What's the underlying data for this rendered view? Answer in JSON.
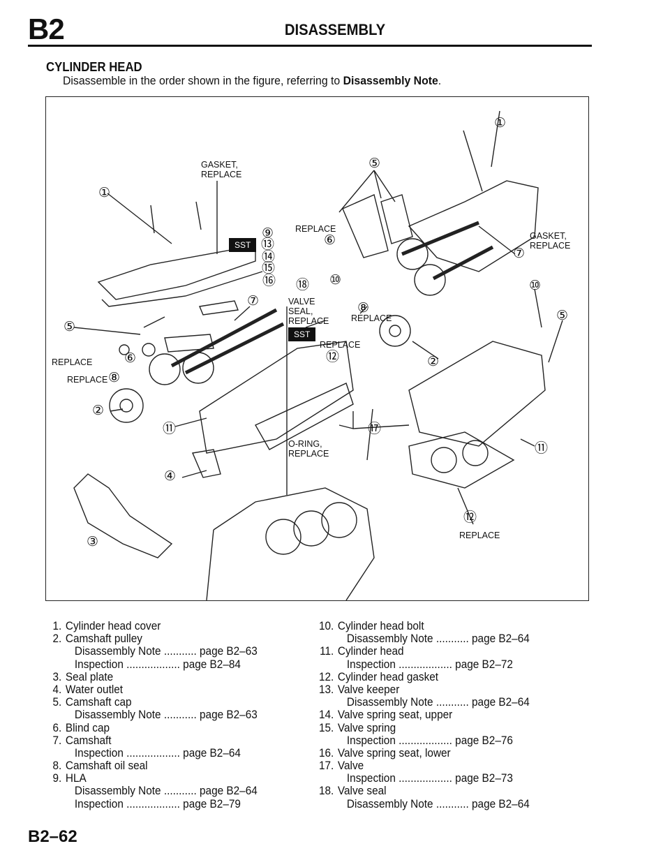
{
  "header": {
    "section": "B2",
    "title": "DISASSEMBLY"
  },
  "heading": "CYLINDER HEAD",
  "intro": {
    "text": "Disassemble in the order shown in the figure, referring to ",
    "bold": "Disassembly Note",
    "end": "."
  },
  "figure": {
    "callouts": [
      "①",
      "①",
      "⑤",
      "⑨",
      "⑬",
      "⑭",
      "⑮",
      "⑯",
      "⑱",
      "⑩",
      "⑥",
      "⑦",
      "⑩",
      "⑤",
      "⑦",
      "⑧",
      "⑤",
      "⑥",
      "⑧",
      "⑫",
      "②",
      "②",
      "⑪",
      "⑰",
      "④",
      "⑪",
      "⑫",
      "③"
    ],
    "labels": {
      "gasket_replace_1": "GASKET,",
      "gasket_replace_1b": "REPLACE",
      "replace_6": "REPLACE",
      "gasket_replace_2": "GASKET,",
      "gasket_replace_2b": "REPLACE",
      "valve_seal": "VALVE",
      "valve_seal_b": "SEAL,",
      "valve_seal_c": "REPLACE",
      "replace_8": "REPLACE",
      "replace_6_left": "REPLACE",
      "replace_8_left": "REPLACE",
      "replace_12_top": "REPLACE",
      "oring": "O-RING,",
      "oring_b": "REPLACE",
      "replace_12_bottom": "REPLACE",
      "sst": "SST"
    }
  },
  "parts_left": [
    {
      "n": "1.",
      "name": "Cylinder head cover"
    },
    {
      "n": "2.",
      "name": "Camshaft pulley"
    },
    {
      "sub": "Disassembly Note ...........",
      "page": "page B2–63"
    },
    {
      "sub": "Inspection ..................",
      "page": "page B2–84"
    },
    {
      "n": "3.",
      "name": "Seal plate"
    },
    {
      "n": "4.",
      "name": "Water outlet"
    },
    {
      "n": "5.",
      "name": "Camshaft cap"
    },
    {
      "sub": "Disassembly Note ...........",
      "page": "page B2–63"
    },
    {
      "n": "6.",
      "name": "Blind cap"
    },
    {
      "n": "7.",
      "name": "Camshaft"
    },
    {
      "sub": "Inspection ..................",
      "page": "page B2–64"
    },
    {
      "n": "8.",
      "name": "Camshaft oil seal"
    },
    {
      "n": "9.",
      "name": "HLA"
    },
    {
      "sub": "Disassembly Note ...........",
      "page": "page B2–64"
    },
    {
      "sub": "Inspection ..................",
      "page": "page B2–79"
    }
  ],
  "parts_right": [
    {
      "n": "10.",
      "name": "Cylinder head bolt"
    },
    {
      "sub": "Disassembly Note ...........",
      "page": "page B2–64"
    },
    {
      "n": "11.",
      "name": "Cylinder head"
    },
    {
      "sub": "Inspection ..................",
      "page": "page B2–72"
    },
    {
      "n": "12.",
      "name": "Cylinder head gasket"
    },
    {
      "n": "13.",
      "name": "Valve keeper"
    },
    {
      "sub": "Disassembly Note ...........",
      "page": "page B2–64"
    },
    {
      "n": "14.",
      "name": "Valve spring seat, upper"
    },
    {
      "n": "15.",
      "name": "Valve spring"
    },
    {
      "sub": "Inspection ..................",
      "page": "page B2–76"
    },
    {
      "n": "16.",
      "name": "Valve spring seat, lower"
    },
    {
      "n": "17.",
      "name": "Valve"
    },
    {
      "sub": "Inspection ..................",
      "page": "page B2–73"
    },
    {
      "n": "18.",
      "name": "Valve seal"
    },
    {
      "sub": "Disassembly Note ...........",
      "page": "page B2–64"
    }
  ],
  "footer": {
    "page": "B2–62"
  }
}
